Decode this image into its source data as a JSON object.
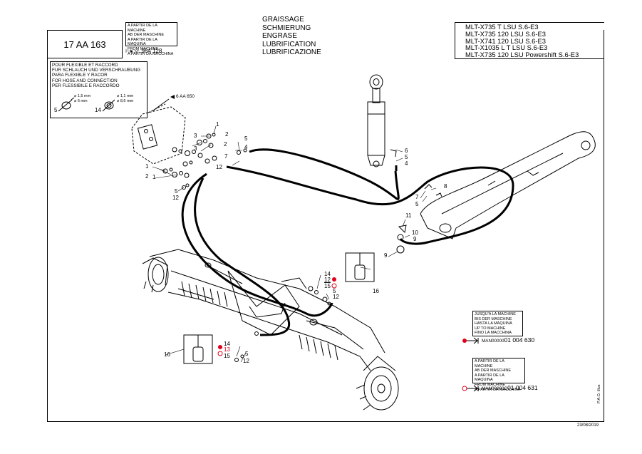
{
  "header": {
    "ref": "17 AA 163",
    "from_machine_langs": [
      "A PARTIR DE LA MACHINE",
      "AB DER MASCHINE",
      "A PARTIR DE LA MAQUINA",
      "FROM MACHINE",
      "A PARTIR DA MACCHINA"
    ],
    "from_machine_number": "964 128",
    "from_machine_prefix": "N°:",
    "title": [
      "GRAISSAGE",
      "SCHMIERUNG",
      "ENGRASE",
      "LUBRIFICATION",
      "LUBRIFICAZIONE"
    ],
    "models": [
      "MLT-X735 T LSU S.6-E3",
      "MLT-X735 120 LSU S.6-E3",
      "MLT-X741 120 LSU S.6-E3",
      "MLT-X1035 L T LSU S.6-E3",
      "MLT-X735 120 LSU Powershift S.6-E3"
    ]
  },
  "hose_box": {
    "header": [
      "POUR FLEXIBLE ET RACCORD",
      "FUR SCHLAUCH UND VERSCHRAUBUNG",
      "PARA FLEXIBLE Y RACOR",
      "FOR HOSE AND CONNECTION",
      "PER FLESSIBILE E RACCORDO"
    ],
    "item_a": {
      "num": "5",
      "d1": "⌀ 1,5 mm",
      "d2": "⌀ 6 mm"
    },
    "item_b": {
      "num": "14",
      "d1": "⌀ 1,1 mm",
      "d2": "⌀ 8,6 mm"
    }
  },
  "callouts": {
    "ref_6aa650": "6 AA 650",
    "labels": [
      "3",
      "1",
      "2",
      "3",
      "1",
      "2",
      "1",
      "2",
      "5",
      "4",
      "7",
      "12",
      "5",
      "12",
      "6",
      "5",
      "4",
      "8",
      "7",
      "5",
      "11",
      "10",
      "9",
      "9",
      "14",
      "12",
      "15",
      "5",
      "12",
      "16",
      "14",
      "13",
      "15",
      "5",
      "12",
      "16"
    ]
  },
  "until_box": {
    "langs": [
      "JUSQU'A LA MACHINE",
      "BIS DER MASCHINE",
      "HASTA LA MAQUINA",
      "UP TO MACHINE",
      "FINO LA MACCHINA"
    ],
    "prefix": "MAN00000",
    "number": "01 004 630"
  },
  "from_box": {
    "langs": [
      "A PARTIR DE LA MACHINE",
      "AB DER MASCHINE",
      "A PARTIR DE LA MAQUINA",
      "FROM MACHINE",
      "A PARTIR DA MACCHINA"
    ],
    "prefix": "MAN00000C",
    "number": "01 004 631"
  },
  "footer": {
    "date": "23/08/2019",
    "pao": "P.A.O. illus"
  },
  "colors": {
    "marker_red": "#e0001b",
    "line": "#000000"
  }
}
